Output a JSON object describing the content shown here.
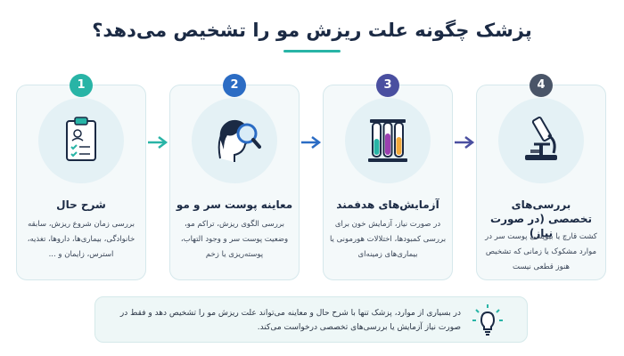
{
  "title": "پزشک چگونه علت ریزش مو را تشخیص می‌دهد؟",
  "colors": {
    "teal": "#28b4a6",
    "blue": "#2b6cc4",
    "indigo": "#4a4fa0",
    "gray": "#4a5568"
  },
  "steps": [
    {
      "number": "1",
      "title": "شرح حال",
      "description": "بررسی زمان شروع ریزش، سابقه خانوادگی، بیماری‌ها، داروها، تغذیه، استرس، زایمان و ...",
      "icon": "clipboard-checklist-icon"
    },
    {
      "number": "2",
      "title": "معاینه پوست سر و مو",
      "description": "بررسی الگوی ریزش، تراکم مو، وضعیت پوست سر و وجود التهاب، پوسته‌ریزی یا زخم",
      "icon": "head-magnifier-icon"
    },
    {
      "number": "3",
      "title": "آزمایش‌های هدفمند",
      "description": "در صورت نیاز، آزمایش خون برای بررسی کمبودها، اختلالات هورمونی یا بیماری‌های زمینه‌ای",
      "icon": "test-tubes-icon"
    },
    {
      "number": "4",
      "title": "بررسی‌های تخصصی (در صورت نیاز)",
      "description": "کشت قارچ یا بیوپسی پوست سر در موارد مشکوک یا زمانی که تشخیص هنوز قطعی نیست",
      "icon": "microscope-icon"
    }
  ],
  "note": {
    "text": "در بسیاری از موارد، پزشک تنها با شرح حال و معاینه می‌تواند علت ریزش مو را تشخیص دهد و فقط در صورت نیاز آزمایش یا بررسی‌های تخصصی درخواست می‌کند.",
    "icon": "lightbulb-icon"
  }
}
